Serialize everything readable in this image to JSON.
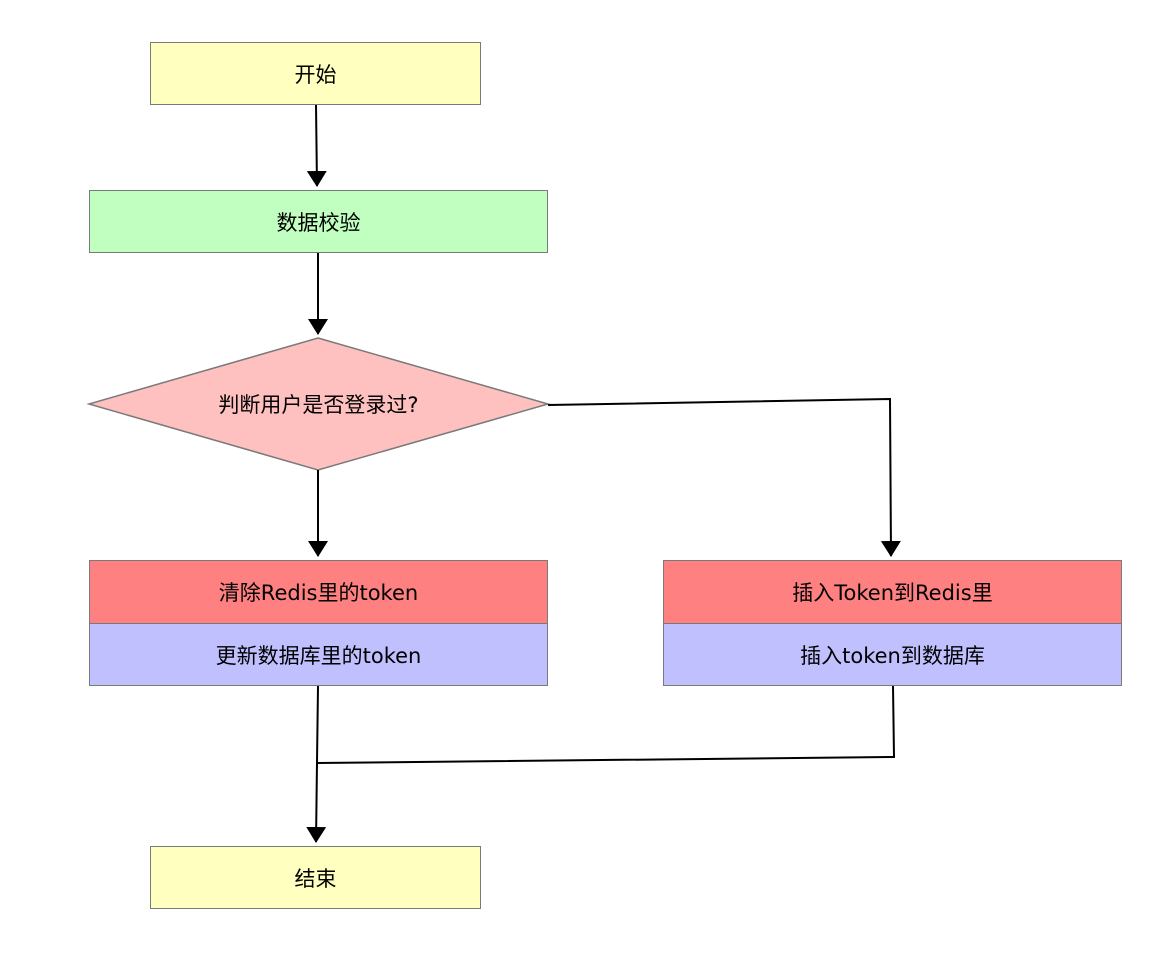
{
  "nodes": {
    "start": "开始",
    "validate": "数据校验",
    "decision": "判断用户是否登录过?",
    "clear_redis": "清除Redis里的token",
    "update_db": "更新数据库里的token",
    "insert_redis": "插入Token到Redis里",
    "insert_db": "插入token到数据库",
    "end": "结束"
  },
  "colors": {
    "terminal": "#ffffc0",
    "process": "#c0ffc0",
    "decision": "#ffc0c0",
    "redis_op": "#ff8080",
    "db_op": "#c0c0ff",
    "border": "#7a7a7a",
    "edge": "#000000"
  }
}
